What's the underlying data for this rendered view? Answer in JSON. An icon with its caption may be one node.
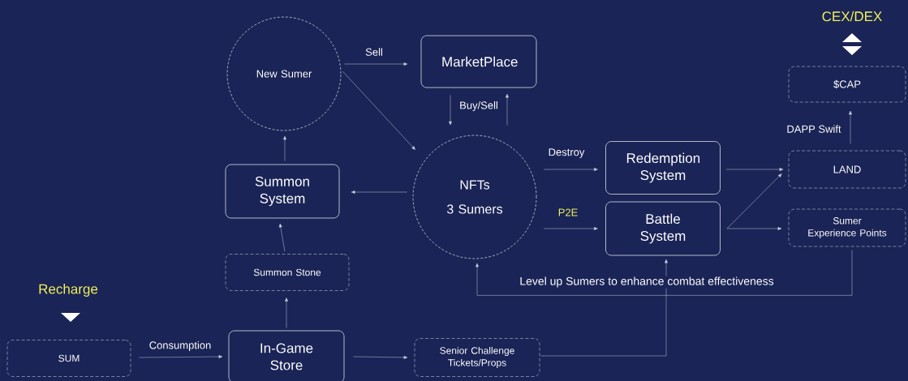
{
  "diagram": {
    "nodes": [
      {
        "text": [
          "New Sumer"
        ]
      },
      {
        "text": [
          "MarketPlace"
        ]
      },
      {
        "text": [
          "NFTs",
          "3 Sumers"
        ]
      },
      {
        "text": [
          "Summon System"
        ]
      },
      {
        "text": [
          "Redemption System"
        ]
      },
      {
        "text": [
          "Battle System"
        ]
      },
      {
        "text": [
          "$CAP"
        ]
      },
      {
        "text": [
          "LAND"
        ]
      },
      {
        "text": [
          "Sumer Experience Points"
        ]
      },
      {
        "text": [
          "Summon Stone"
        ]
      },
      {
        "text": [
          "SUM"
        ]
      },
      {
        "text": [
          "In-Game Store"
        ]
      },
      {
        "text": [
          "Senior Challenge Tickets/Props"
        ]
      }
    ],
    "edges": [
      {
        "from": 0,
        "to": 1,
        "arrow": "to",
        "label": "Sell"
      },
      {
        "from": 0,
        "to": 2,
        "arrow": "to"
      },
      {
        "from": 1,
        "to": 2,
        "arrow": "to",
        "label": "Buy/Sell"
      },
      {
        "from": 2,
        "to": 1,
        "arrow": "to"
      },
      {
        "from": 2,
        "to": 3,
        "arrow": "to"
      },
      {
        "from": 3,
        "to": 0,
        "arrow": "to"
      },
      {
        "from": 2,
        "to": 4,
        "arrow": "to",
        "label": "Destroy"
      },
      {
        "from": 2,
        "to": 5,
        "arrow": "to",
        "label": "P2E"
      },
      {
        "from": 4,
        "to": 7,
        "arrow": "to"
      },
      {
        "from": 5,
        "to": 7,
        "arrow": "to"
      },
      {
        "from": 5,
        "to": 8,
        "arrow": "to"
      },
      {
        "from": 7,
        "to": 6,
        "arrow": "to",
        "label": "DAPP Swift"
      },
      {
        "from": 8,
        "to": 2,
        "arrow": "to",
        "label": "Level up Sumers to enhance combat effectiveness"
      },
      {
        "from": 9,
        "to": 3,
        "arrow": "to"
      },
      {
        "from": 11,
        "to": 9,
        "arrow": "to"
      },
      {
        "from": 10,
        "to": 11,
        "arrow": "to",
        "label": "Consumption"
      },
      {
        "from": 11,
        "to": 12,
        "arrow": "to"
      },
      {
        "from": 12,
        "to": 5,
        "arrow": "to"
      }
    ],
    "labels": [
      "CEX/DEX",
      "Recharge"
    ]
  }
}
